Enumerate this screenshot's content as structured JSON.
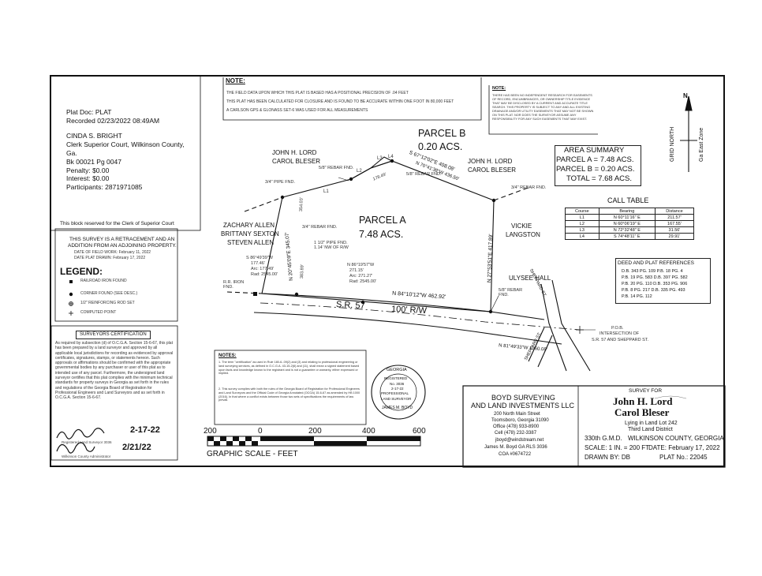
{
  "clerk": {
    "doc_type": "Plat Doc: PLAT",
    "recorded": "Recorded 02/23/2022 08:49AM",
    "clerk_name": "CINDA S. BRIGHT",
    "clerk_office": "Clerk Superior Court, Wilkinson County,",
    "state": "Ga.",
    "book_page": "Bk 00021 Pg 0047",
    "penalty": "Penalty: $0.00",
    "interest": "Interest: $0.00",
    "participants": "Participants: 2871971085",
    "reserved_note": "This block reserved for the Clerk of Superior Court"
  },
  "survey_note": {
    "line1": "THIS SURVEY IS A RETRACEMENT AND AN",
    "line2": "ADDITION FROM AN ADJOINING PROPERTY.",
    "field_work": "DATE OF FIELD WORK: February 11, 2022",
    "plat_drawn": "DATE PLAT DRAWN: February 17, 2022"
  },
  "legend": {
    "title": "LEGEND:",
    "items": [
      {
        "icon": "square-icon",
        "text": "RAILROAD IRON FOUND"
      },
      {
        "icon": "dot-icon",
        "text": "CORNER FOUND (SEE DESC.)"
      },
      {
        "icon": "circle-cross-icon",
        "text": "1/2\" REINFORCING ROD SET"
      },
      {
        "icon": "plus-icon",
        "text": "COMPUTED POINT"
      }
    ]
  },
  "certification": {
    "title": "SURVEYORS CERTIFICATION",
    "body": "As required by subsection (d) of O.C.G.A. Section 15-6-67, this plat has been prepared by a land surveyor and approved by all applicable local jurisdictions for recording as evidenced by approval certificates, signatures, stamps, or statements hereon. Such approvals or affirmations should be confirmed with the appropriate governmental bodies by any purchaser or user of this plat as to intended use of any parcel. Furthermore, the undersigned land surveyor certifies that this plat complies with the minimum technical standards for property surveys in Georgia as set forth in the rules and regulations of the Georgia Board of Registration for Professional Engineers and Land Surveyors and as set forth in O.C.G.A. Section 15-6-67.",
    "sig_date1": "2-17-22",
    "sig_date2": "2/21/22",
    "sig_caption1": "Registered Land Surveyor 3036",
    "sig_caption2": "Wilkinson County Administrator"
  },
  "note_top": {
    "title": "NOTE:",
    "lines": [
      "THE FIELD DATA UPON WHICH THIS PLAT IS BASED HAS A POSITIONAL PRECISION OF .04 FEET",
      "THIS PLAT HAS BEEN CALCULATED FOR CLOSURE AND IS FOUND TO BE ACCURATE WITHIN ONE FOOT IN 80,000 FEET",
      "A CARLSON GPS & GLONASS SET-6 WAS USED FOR ALL MEASUREMENTS"
    ]
  },
  "note_right": {
    "title": "NOTE:",
    "body": "THERE HAS BEEN NO INDEPENDENT RESEARCH FOR EASEMENTS OF RECORD, ENCUMBRANCES, OR OWNERSHIP TITLE EVIDENCE THAT MAY BE DISCLOSED BY A CURRENT AND ACCURATE TITLE SEARCH. THIS PROPERTY IS SUBJECT TO ANY AND ALL EXISTING DRAINAGE AND/OR UTILITY EASEMENTS THAT MAY NOT BE SHOWN ON THIS PLAT. NOR DOES THE SURVEYOR ASSUME ANY RESPONSIBILITY FOR ANY SUCH EASEMENTS THAT MAY EXIST."
  },
  "north": {
    "label1": "GRID NORTH",
    "label2": "Ga East Zone",
    "letter": "N"
  },
  "area": {
    "title": "AREA SUMMARY",
    "parcel_a": "PARCEL A = 7.48 ACS.",
    "parcel_b": "PARCEL B = 0.20 ACS.",
    "total": "TOTAL = 7.68 ACS."
  },
  "call_table": {
    "title": "CALL TABLE",
    "headers": [
      "Course",
      "Bearing",
      "Distance"
    ],
    "rows": [
      [
        "L1",
        "N 60°11'16\" E",
        "211.57'"
      ],
      [
        "L2",
        "N 60°06'19\" E",
        "167.55'"
      ],
      [
        "L3",
        "N 72°32'48\" E",
        "31.56'"
      ],
      [
        "L4",
        "S 74°48'11\" E",
        "29.91'"
      ]
    ]
  },
  "deed_refs": {
    "title": "DEED AND PLAT REFERENCES",
    "lines": [
      "D.B. 343 PG. 109 P.B. 18 PG. 4",
      "P.B. 19 PG. 583 D.B. 397 PG. 582",
      "P.B. 20 PG. 110 D.B. 353 PG. 906",
      "P.B. 8 PG. 217 D.B. 335 PG. 493",
      "P.B. 14 PG. 112"
    ]
  },
  "plat": {
    "parcel_a": "PARCEL A",
    "parcel_a_acs": "7.48 ACS.",
    "parcel_b": "PARCEL B",
    "parcel_b_acs": "0.20 ACS.",
    "owner_left_1": "JOHN H. LORD",
    "owner_left_2": "CAROL BLESER",
    "owner_right_1": "JOHN H. LORD",
    "owner_right_2": "CAROL BLESER",
    "west_owner_1": "ZACHARY ALLEN",
    "west_owner_2": "BRITTANY SEXTON",
    "west_owner_3": "STEVEN ALLEN",
    "east_owner_1": "VICKIE",
    "east_owner_2": "LANGSTON",
    "ulysee": "ULYSEE HALL",
    "road": "S.R. 57",
    "row": "100' R/W",
    "sheppard_1": "SHEPPARD ST.",
    "sheppard_2": "SHEPPARD ST.",
    "pob_1": "P.O.B.",
    "pob_2": "INTERSECTION OF",
    "pob_3": "S.R. 57 AND SHEPPARD ST.",
    "brg_north": "S 67°12'02\"E  408.08'",
    "brg_inner": "N 70°41'38\"W  436.50'",
    "brg_south": "N 84°10'12\"W  462.92'",
    "brg_sr57": "N 81°49'33\"W  1260.08'",
    "brg_east": "N 27°53'51\"E  417.89'",
    "brg_west": "N 20°45'09\"E  345.07'",
    "l1": "L1",
    "l2": "L2",
    "l3": "L3",
    "l4": "L4",
    "rebar_58": "5/8\" REBAR FND.",
    "rebar_58_b": "5/8\" REBAR FND.",
    "rebar_34_ne": "3/4\" REBAR FND.",
    "pipe_34": "3/4\" PIPE FND.",
    "rebar_34_w": "3/4\" REBAR FND.",
    "pipe_112": "1 1/2\" PIPE FND. 1.14' NW OF R/W",
    "rr_iron": "R.R. IRON FND.",
    "rebar_58_se": "5/8\" REBAR FND.",
    "curve_w_1": "S 86°49'39\"W",
    "curve_w_2": "177.46'",
    "curve_w_3": "Arc: 177.49'",
    "curve_w_4": "Rad: 2545.00'",
    "curve_c_1": "N 86°19'57\"W",
    "curve_c_2": "271.15'",
    "curve_c_3": "Arc: 271.27'",
    "curve_c_4": "Rad: 2545.00'",
    "dist_354": "354.03'",
    "dist_383": "383.89'",
    "dist_l4": "178.49'"
  },
  "notes_box": {
    "title": "NOTES:",
    "lines": [
      "1. The term \"certification\" as used in Rule 180-6-.09(2) and (3) and relating to professional engineering or land surveying services, as defined in O.C.G.A. 43-15-2(6) and (11), shall mean a signed statement based upon facts and knowledge known to the registrant and is not a guarantee or warranty, either expressed or implied.",
      "2. This survey complies with both the rules of the Georgia Board of Registration for Professional Engineers and Land Surveyors and the Official Code of Georgia Annotated (OCGA) 15-6-67 as amended by HB 1000 (2016). In that where a conflict exists between those two sets of specifications the requirements of law prevail."
    ]
  },
  "seal": {
    "line1": "GEORGIA",
    "line2": "REGISTERED",
    "line3": "No. 3036",
    "line4": "PROFESSIONAL",
    "line5": "LAND SURVEYOR",
    "line6": "JAMES M. BOYD",
    "date": "2-17-22"
  },
  "scale_bar": {
    "ticks": [
      "200",
      "0",
      "200",
      "400",
      "600"
    ],
    "caption": "GRAPHIC SCALE - FEET"
  },
  "company": {
    "name1": "BOYD SURVEYING",
    "name2": "AND LAND INVESTMENTS LLC",
    "addr1": "200 North Main Street",
    "addr2": "Toomsboro, Georgia 31090",
    "office": "Office (478) 933-8900",
    "cell": "Cell (478) 232-3387",
    "email": "jboyd@windstream.net",
    "rls": "James M. Boyd GA RLS 3036",
    "coa": "COA #0674722"
  },
  "title_block": {
    "survey_for": "SURVEY FOR",
    "name1": "John H. Lord",
    "name2": "Carol Bleser",
    "lot": "Lying in Land Lot 242",
    "district": "Third Land District",
    "gmd": "330th G.M.D.",
    "county": "WILKINSON COUNTY, GEORGIA",
    "scale": "SCALE: 1 IN. = 200 FT",
    "date": "DATE: February 17, 2022",
    "drawn": "DRAWN BY: DB",
    "plat_no": "PLAT No.: 22045"
  }
}
